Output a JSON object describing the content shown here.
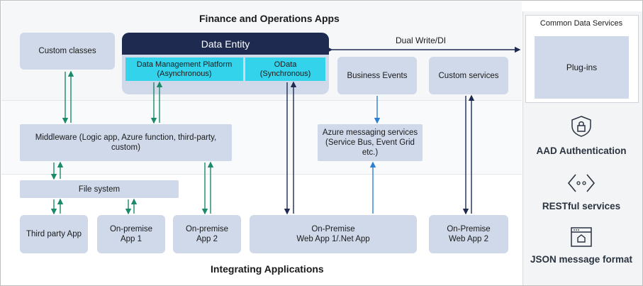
{
  "titles": {
    "top": "Finance and Operations Apps",
    "bottom": "Integrating Applications"
  },
  "data_entity": {
    "header": "Data Entity",
    "dmp": "Data Management Platform\n(Asynchronous)",
    "odata": "OData\n(Synchronous)"
  },
  "boxes": {
    "custom_classes": "Custom classes",
    "business_events": "Business Events",
    "custom_services": "Custom services",
    "middleware": "Middleware (Logic app, Azure function, third-party,\ncustom)",
    "azure_messaging": "Azure messaging services\n(Service Bus, Event Grid etc.)",
    "file_system": "File system",
    "third_party_app": "Third party App",
    "on_premise_app_1": "On-premise\nApp 1",
    "on_premise_app_2": "On-premise\nApp 2",
    "on_premise_web_app_1": "On-Premise\nWeb App 1/.Net App",
    "on_premise_web_app_2": "On-Premise\nWeb App 2"
  },
  "dual_write": "Dual Write/DI",
  "side_panel": {
    "cds_title": "Common Data Services",
    "plugins": "Plug-ins",
    "features": [
      {
        "label": "AAD Authentication",
        "icon": "shield-lock-icon"
      },
      {
        "label": "RESTful services",
        "icon": "code-brackets-icon"
      },
      {
        "label": "JSON message format",
        "icon": "browser-window-icon"
      }
    ]
  },
  "colors": {
    "box_fill": "#cfd9ea",
    "entity_header": "#1e2a4f",
    "entity_cells": "#33d3ec",
    "green_arrow": "#1a8a6a",
    "navy_arrow": "#1e2a4f",
    "blue_arrow": "#2d7fd3"
  }
}
